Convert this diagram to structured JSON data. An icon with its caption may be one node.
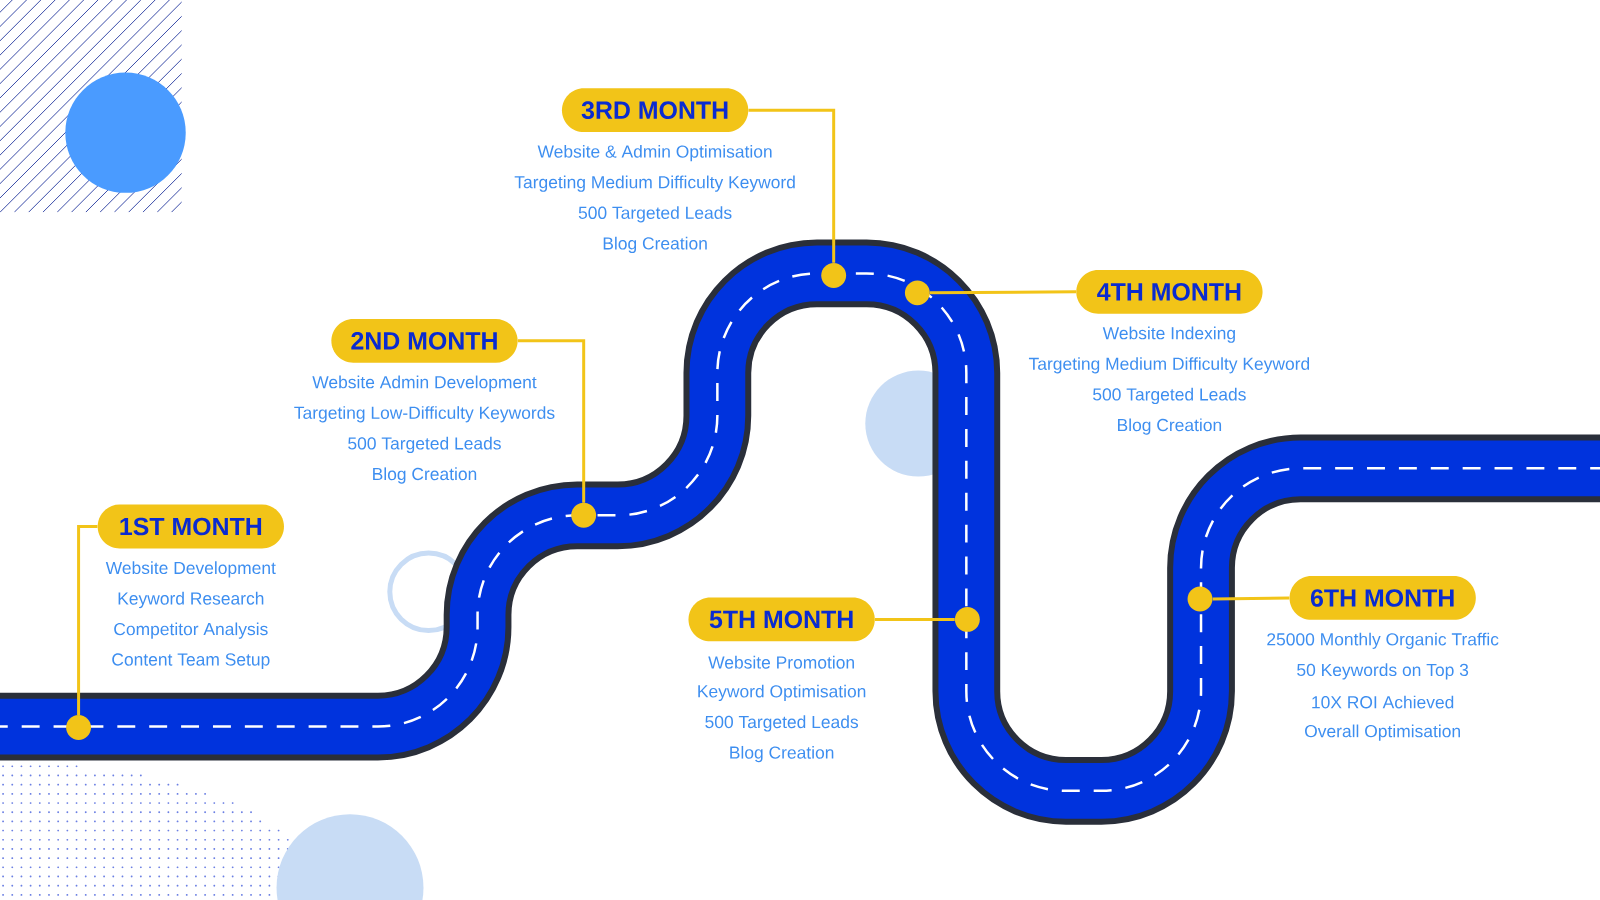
{
  "diagram": {
    "nodes": [
      {
        "text": [
          "1ST MONTH"
        ],
        "beside": [
          "Website Development",
          "Keyword Research",
          "Competitor Analysis",
          "Content Team Setup"
        ]
      },
      {
        "text": [
          "2ND MONTH"
        ],
        "beside": [
          "Website Admin Development",
          "Targeting Low-Difficulty Keywords",
          "500 Targeted Leads",
          "Blog Creation"
        ]
      },
      {
        "text": [
          "3RD MONTH"
        ],
        "beside": [
          "Website & Admin Optimisation",
          "Targeting Medium Difficulty Keyword",
          "500 Targeted Leads",
          "Blog Creation"
        ]
      },
      {
        "text": [
          "4TH MONTH"
        ],
        "beside": [
          "Website Indexing",
          "Targeting Medium Difficulty Keyword",
          "500 Targeted Leads",
          "Blog Creation"
        ]
      },
      {
        "text": [
          "5TH MONTH"
        ],
        "beside": [
          "Website Promotion",
          "Keyword Optimisation",
          "500 Targeted Leads",
          "Blog Creation"
        ]
      },
      {
        "text": [
          "6TH MONTH"
        ],
        "beside": [
          "25000 Monthly Organic Traffic",
          "50 Keywords on Top 3",
          "10X ROI Achieved",
          "Overall Optimisation"
        ]
      },
      {
        "text": [],
        "shape": "circle"
      },
      {
        "text": [],
        "shape": "circle"
      },
      {
        "text": [],
        "shape": "circle"
      },
      {
        "text": [],
        "shape": "circle"
      },
      {
        "text": [],
        "shape": "circle"
      },
      {
        "text": [],
        "shape": "circle"
      }
    ],
    "edges": [
      {
        "from": 0,
        "to": 6,
        "arrow": "none"
      },
      {
        "from": 1,
        "to": 7,
        "arrow": "none"
      },
      {
        "from": 2,
        "to": 8,
        "arrow": "none"
      },
      {
        "from": 3,
        "to": 9,
        "arrow": "none"
      },
      {
        "from": 4,
        "to": 10,
        "arrow": "none"
      },
      {
        "from": 5,
        "to": 11,
        "arrow": "none"
      }
    ]
  }
}
